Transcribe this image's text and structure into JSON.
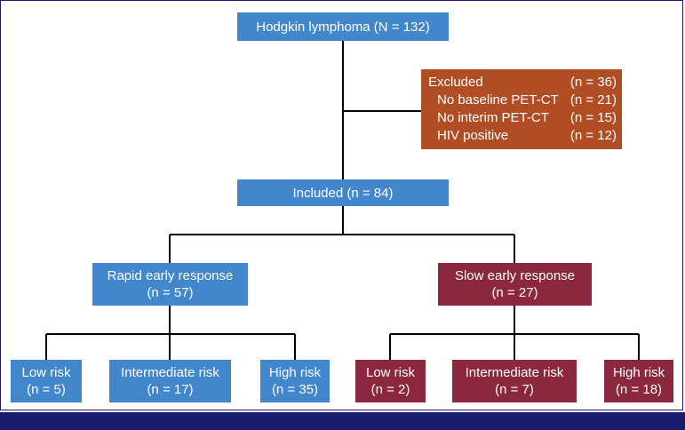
{
  "top": {
    "label": "Hodgkin lymphoma (N = 132)"
  },
  "excluded": {
    "rows": [
      {
        "label": "Excluded",
        "count": "(n = 36)"
      },
      {
        "label": "No baseline PET-CT",
        "count": "(n = 21)"
      },
      {
        "label": "No interim PET-CT",
        "count": "(n = 15)"
      },
      {
        "label": "HIV positive",
        "count": "(n = 12)"
      }
    ]
  },
  "included": {
    "label": "Included (n = 84)"
  },
  "rapid": {
    "label": "Rapid early response",
    "count": "(n = 57)"
  },
  "slow": {
    "label": "Slow early response",
    "count": "(n = 27)"
  },
  "rapid_children": [
    {
      "label": "Low risk",
      "count": "(n = 5)"
    },
    {
      "label": "Intermediate risk",
      "count": "(n = 17)"
    },
    {
      "label": "High risk",
      "count": "(n = 35)"
    }
  ],
  "slow_children": [
    {
      "label": "Low risk",
      "count": "(n = 2)"
    },
    {
      "label": "Intermediate risk",
      "count": "(n = 7)"
    },
    {
      "label": "High risk",
      "count": "(n = 18)"
    }
  ],
  "colors": {
    "blue": "#4286cc",
    "maroon": "#8b2840",
    "orange": "#b04d24",
    "frame": "#1a1a6e"
  }
}
